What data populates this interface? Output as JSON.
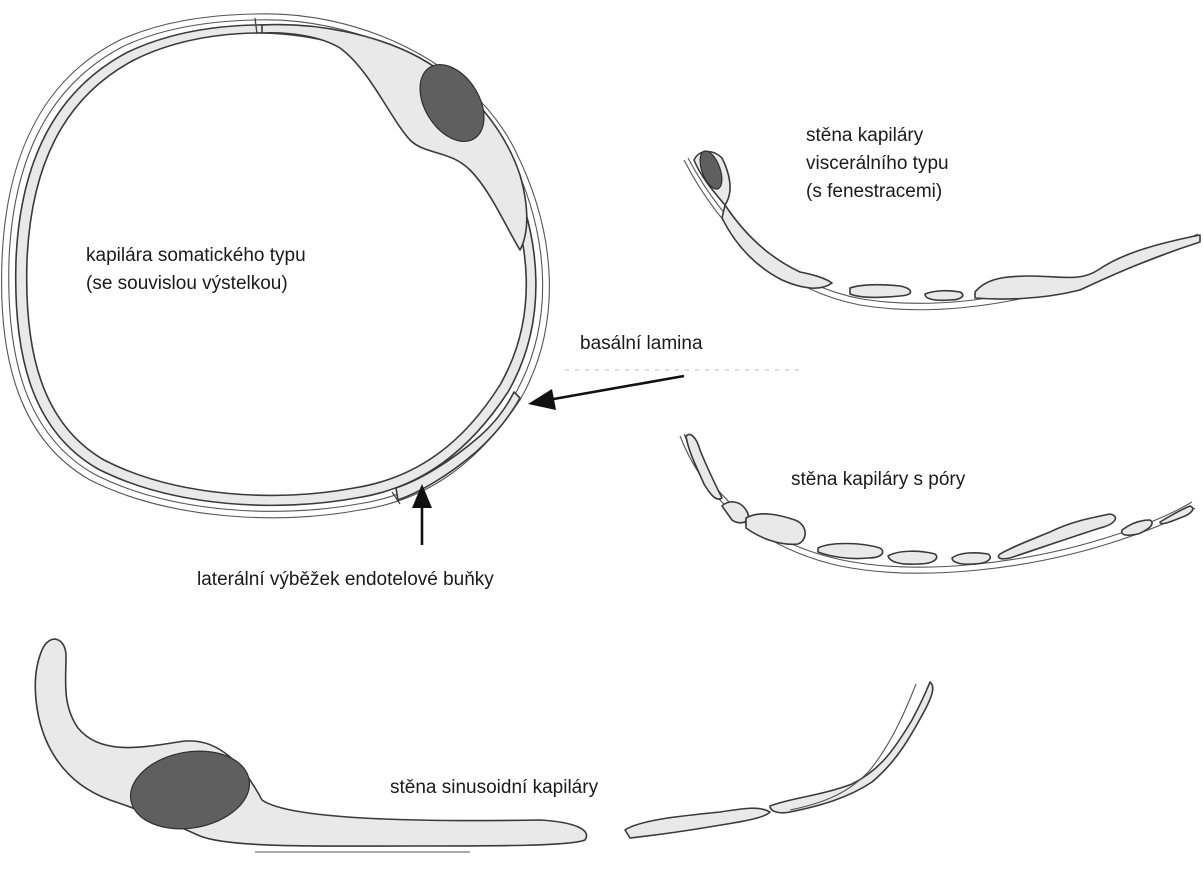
{
  "labels": {
    "somatic": [
      "kapilára somatického typu",
      "(se souvislou výstelkou)"
    ],
    "visceral": [
      "stěna kapiláry",
      "viscerálního typu",
      "(s fenestracemi)"
    ],
    "basal_lamina": "basální lamina",
    "pores": "stěna kapiláry s póry",
    "lateral_process": "laterální výběžek endotelové buňky",
    "sinusoid": "stěna sinusoidní kapiláry"
  }
}
